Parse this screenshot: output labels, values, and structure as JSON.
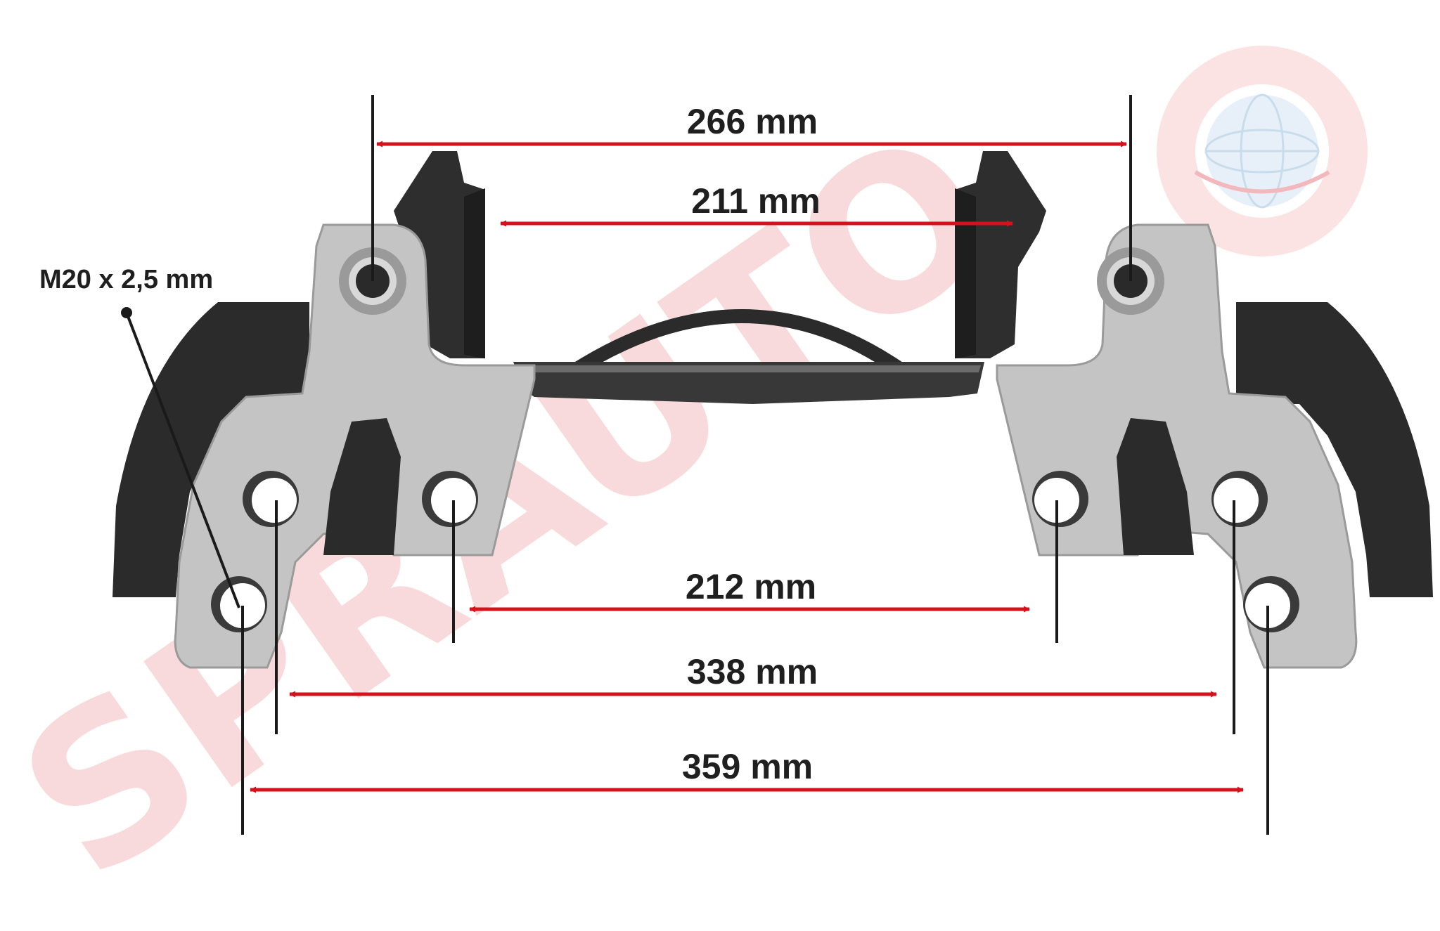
{
  "watermark": {
    "text": "SPRAUTO",
    "color": "#f8d4d6"
  },
  "colors": {
    "arrow": "#d4121c",
    "body_dark": "#2b2b2b",
    "plate_silver": "#c4c4c4",
    "guide_line": "#1a1a1a"
  },
  "dimensions": [
    {
      "id": "266",
      "label": "266 mm"
    },
    {
      "id": "211",
      "label": "211 mm"
    },
    {
      "id": "212",
      "label": "212 mm"
    },
    {
      "id": "338",
      "label": "338 mm"
    },
    {
      "id": "359",
      "label": "359 mm"
    }
  ],
  "thread": {
    "label": "M20 x 2,5 mm"
  },
  "logo": {
    "icon": "globe-icon"
  }
}
